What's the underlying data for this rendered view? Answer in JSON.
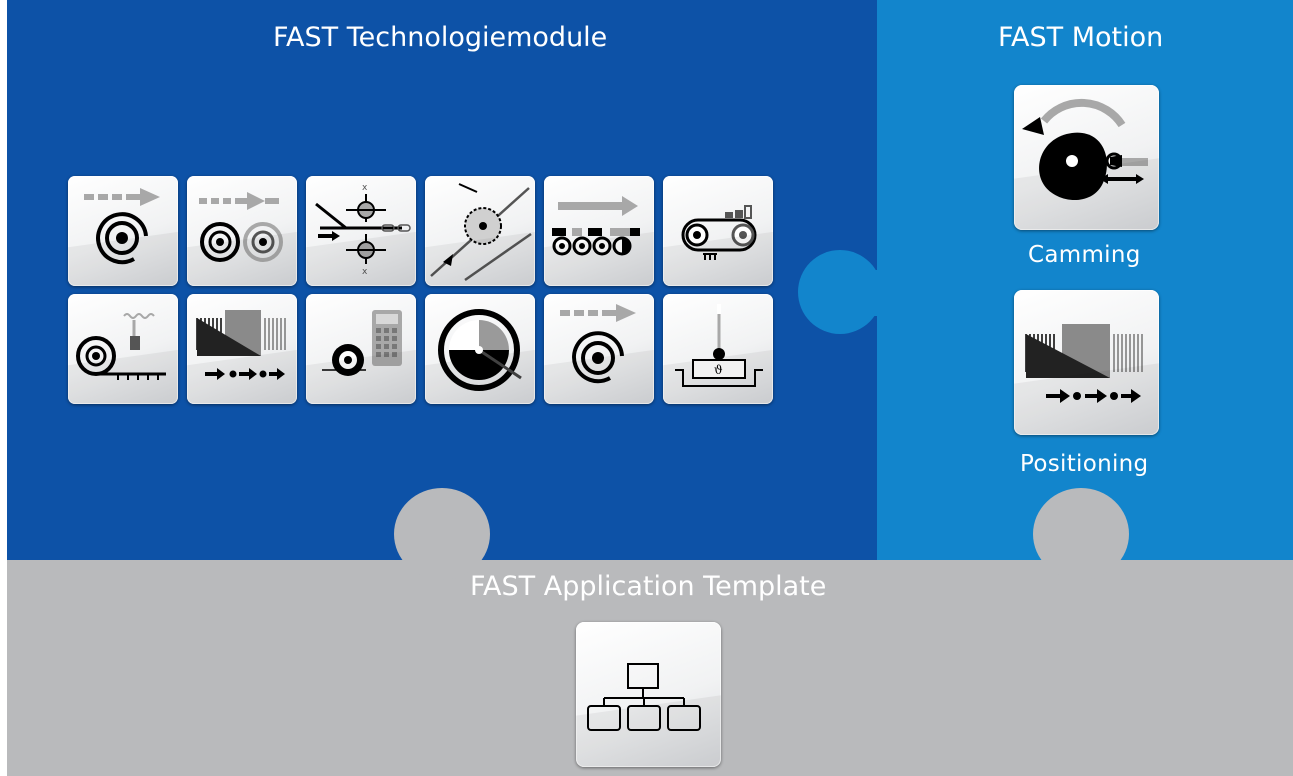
{
  "tech": {
    "title": "FAST Technologiemodule",
    "modules": [
      {
        "icon": "winder-icon"
      },
      {
        "icon": "dual-winder-icon"
      },
      {
        "icon": "register-control-icon"
      },
      {
        "icon": "flying-saw-icon"
      },
      {
        "icon": "roller-conveyor-icon"
      },
      {
        "icon": "belt-conveyor-icon"
      },
      {
        "icon": "traversing-winder-icon"
      },
      {
        "icon": "positioning-module-icon"
      },
      {
        "icon": "diameter-calculator-icon"
      },
      {
        "icon": "rotary-knife-icon"
      },
      {
        "icon": "center-winder-icon"
      },
      {
        "icon": "temperature-control-icon"
      }
    ]
  },
  "motion": {
    "title": "FAST Motion",
    "items": [
      {
        "label": "Camming",
        "icon": "camming-icon"
      },
      {
        "label": "Positioning",
        "icon": "positioning-icon"
      }
    ]
  },
  "template": {
    "title": "FAST Application Template",
    "icon": "application-hierarchy-icon"
  },
  "colors": {
    "tech_panel": "#0d52a7",
    "motion_panel": "#1285cc",
    "template_panel": "#b9babc",
    "icon_dark": "#000000",
    "icon_gray": "#a8a8a8"
  }
}
